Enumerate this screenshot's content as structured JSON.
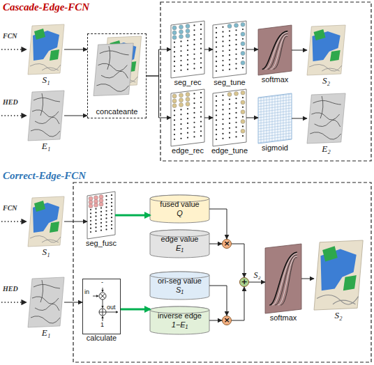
{
  "diagram": {
    "nodes": [
      {
        "text": [
          "S₁"
        ]
      },
      {
        "text": [
          "E₁"
        ]
      },
      {
        "text": [
          "concateante"
        ]
      },
      {
        "text": [
          "seg_rec"
        ]
      },
      {
        "text": [
          "seg_tune"
        ]
      },
      {
        "text": [
          "softmax"
        ]
      },
      {
        "text": [
          "S₂"
        ]
      },
      {
        "text": [
          "edge_rec"
        ]
      },
      {
        "text": [
          "edge_tune"
        ]
      },
      {
        "text": [
          "sigmoid"
        ]
      },
      {
        "text": [
          "E₂"
        ]
      },
      {
        "text": [
          "S₁"
        ]
      },
      {
        "text": [
          "E₁"
        ]
      },
      {
        "text": [
          "seg_fusc"
        ]
      },
      {
        "text": [
          "fused value",
          "Q"
        ]
      },
      {
        "text": [
          "edge value",
          "E₁"
        ]
      },
      {
        "text": [
          "ori-seg value",
          "S₁"
        ]
      },
      {
        "text": [
          "inverse edge",
          "1−E₁"
        ]
      },
      {
        "text": [
          "calculate"
        ]
      },
      {
        "text": [
          "×"
        ]
      },
      {
        "text": [
          "×"
        ]
      },
      {
        "text": [
          "+"
        ]
      },
      {
        "text": [
          "softmax"
        ]
      },
      {
        "text": [
          "S₂"
        ]
      }
    ],
    "edges": [
      {
        "from": 0,
        "to": 2,
        "arrow": "to"
      },
      {
        "from": 1,
        "to": 2,
        "arrow": "to"
      },
      {
        "from": 2,
        "to": 3,
        "arrow": "to"
      },
      {
        "from": 2,
        "to": 7,
        "arrow": "to"
      },
      {
        "from": 3,
        "to": 4,
        "arrow": "to"
      },
      {
        "from": 4,
        "to": 5,
        "arrow": "to"
      },
      {
        "from": 5,
        "to": 6,
        "arrow": "to"
      },
      {
        "from": 7,
        "to": 8,
        "arrow": "to"
      },
      {
        "from": 8,
        "to": 9,
        "arrow": "to"
      },
      {
        "from": 9,
        "to": 10,
        "arrow": "to"
      },
      {
        "from": 11,
        "to": 13,
        "arrow": "to"
      },
      {
        "from": 12,
        "to": 18,
        "arrow": "to"
      },
      {
        "from": 13,
        "to": 14,
        "arrow": "to"
      },
      {
        "from": 18,
        "to": 17,
        "arrow": "to"
      },
      {
        "from": 14,
        "to": 19,
        "arrow": "to"
      },
      {
        "from": 15,
        "to": 19,
        "arrow": "to"
      },
      {
        "from": 16,
        "to": 20,
        "arrow": "to"
      },
      {
        "from": 17,
        "to": 20,
        "arrow": "to"
      },
      {
        "from": 19,
        "to": 21,
        "arrow": "to"
      },
      {
        "from": 20,
        "to": 21,
        "arrow": "to"
      },
      {
        "from": 21,
        "to": 22,
        "label": "S₂",
        "arrow": "to"
      },
      {
        "from": 22,
        "to": 23,
        "arrow": "to"
      }
    ],
    "labels": [
      "Cascade-Edge-FCN",
      "FCN",
      "HED",
      "Correct-Edge-FCN",
      "FCN",
      "HED",
      "in",
      "-",
      "out",
      "1"
    ]
  }
}
